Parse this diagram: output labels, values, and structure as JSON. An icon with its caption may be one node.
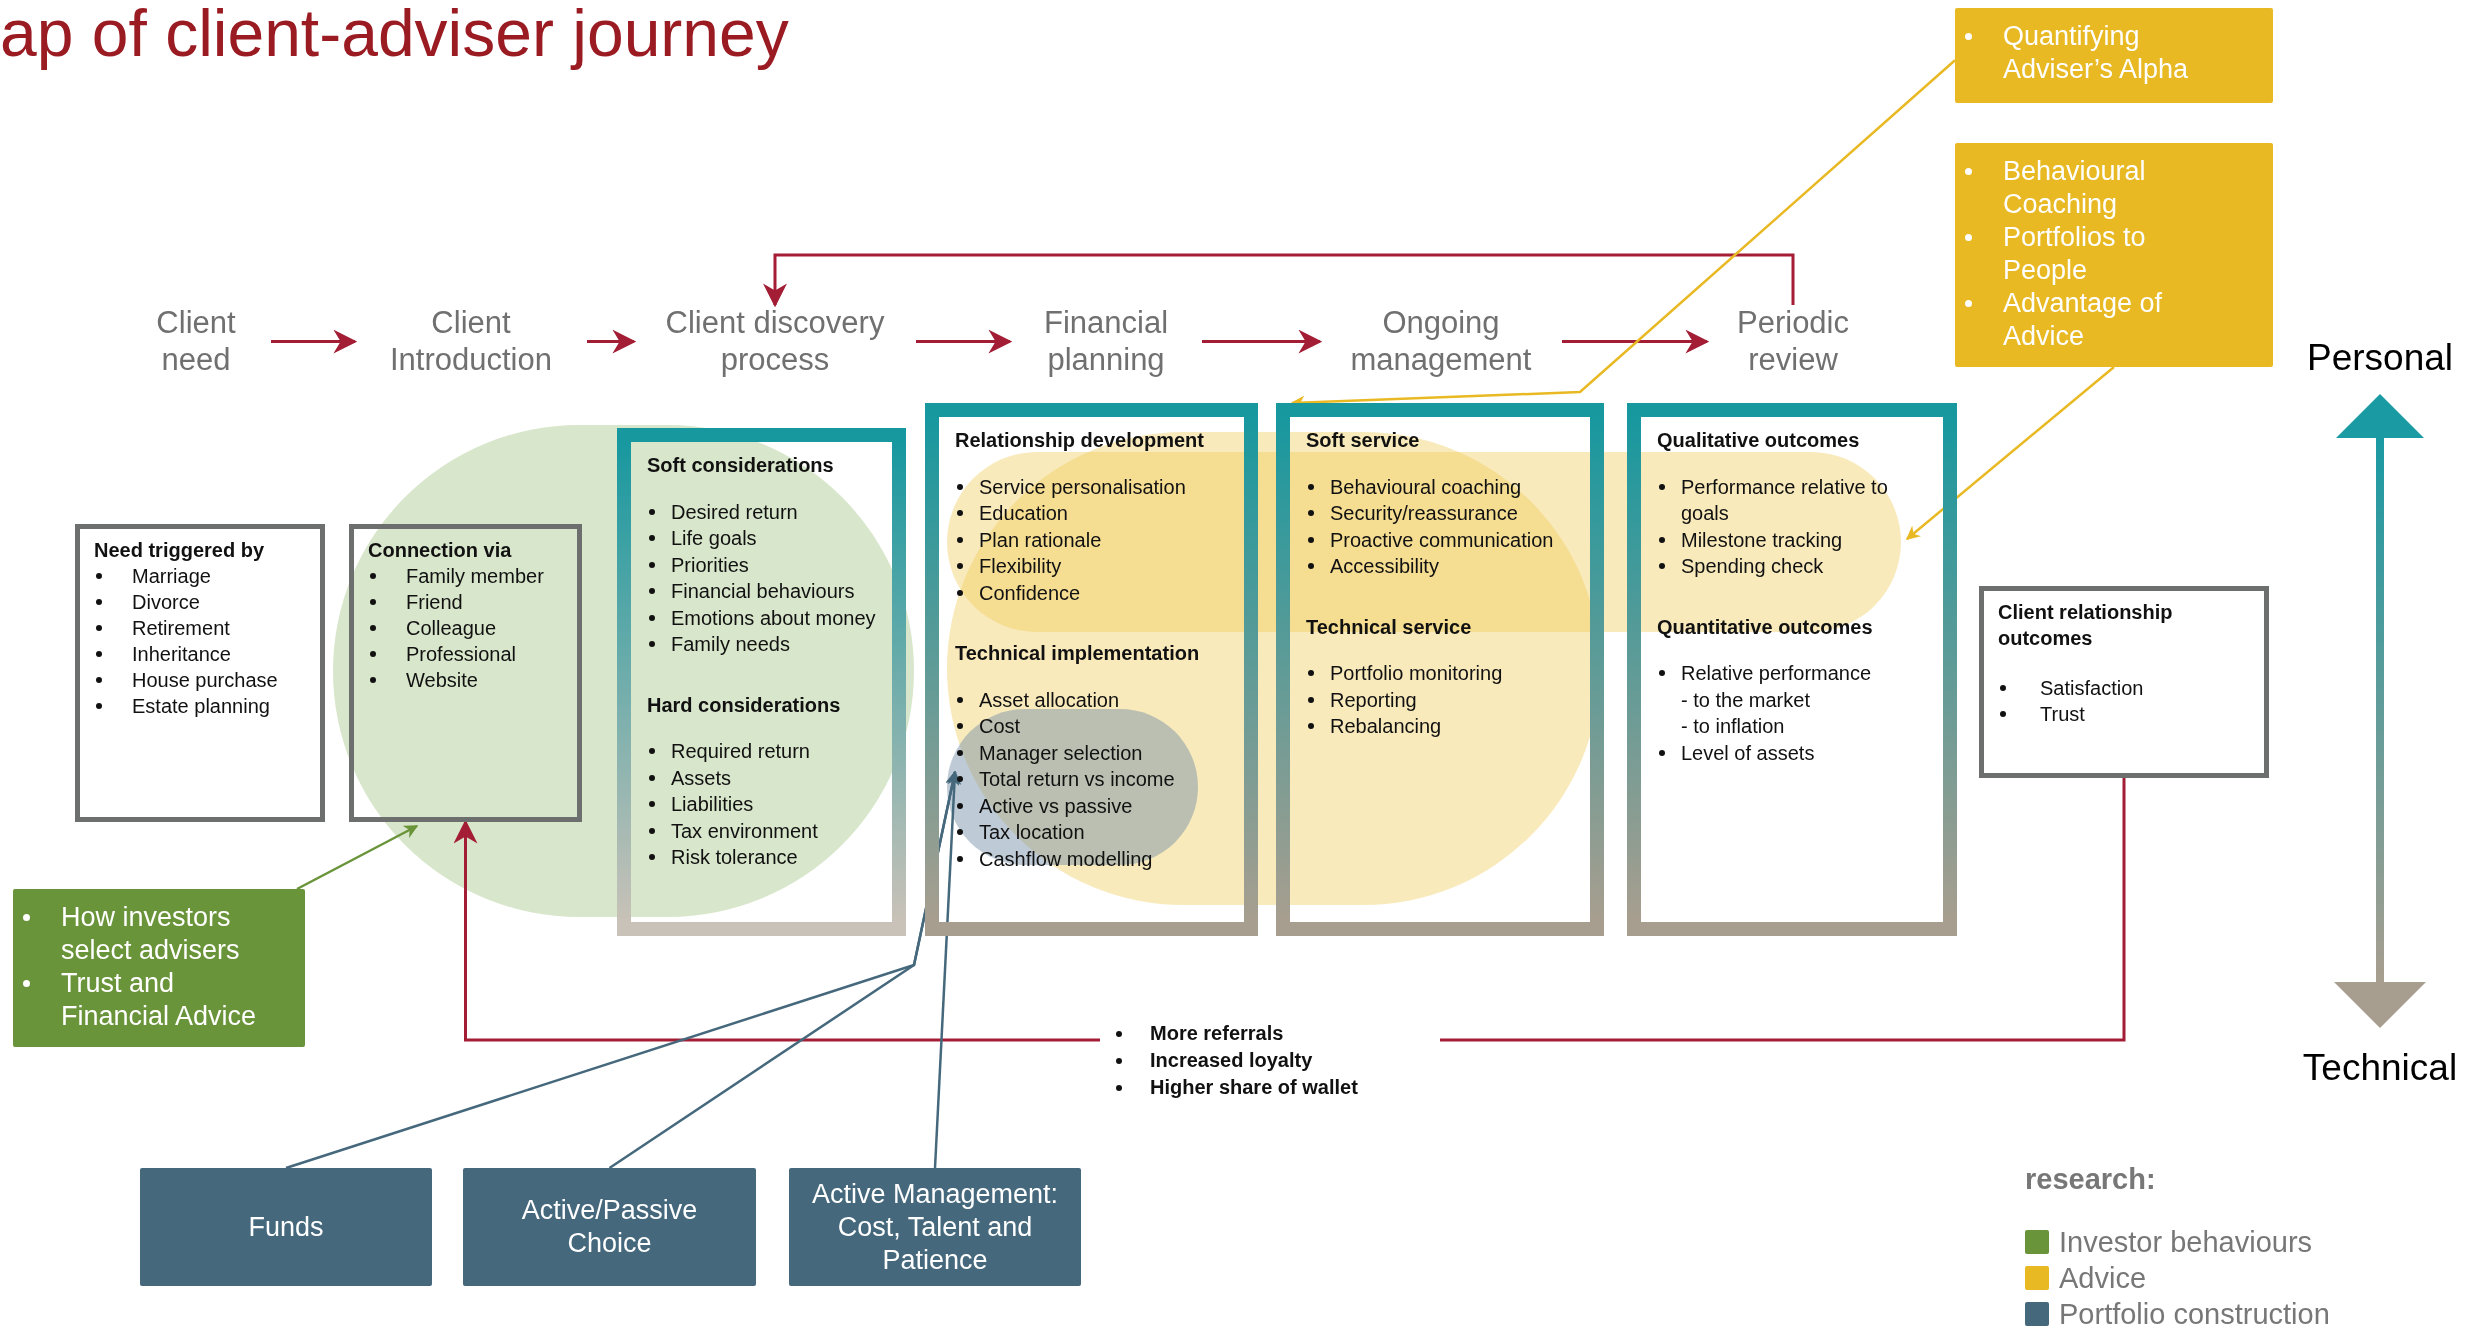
{
  "diagram": {
    "title": "ap of client-adviser journey",
    "nodes": [
      {
        "text": [
          "Client need"
        ]
      },
      {
        "text": [
          "Client Introduction"
        ]
      },
      {
        "text": [
          "Client discovery process"
        ]
      },
      {
        "text": [
          "Financial planning"
        ]
      },
      {
        "text": [
          "Ongoing management"
        ]
      },
      {
        "text": [
          "Periodic review"
        ]
      },
      {
        "text": [
          "Need triggered by",
          "Marriage",
          "Divorce",
          "Retirement",
          "Inheritance",
          "House purchase",
          "Estate planning"
        ]
      },
      {
        "text": [
          "Connection via",
          "Family member",
          "Friend",
          "Colleague",
          "Professional",
          "Website"
        ]
      },
      {
        "text": [],
        "shape": "box"
      },
      {
        "text": [
          "Soft considerations",
          "Desired return",
          "Life goals",
          "Priorities",
          "Financial behaviours",
          "Emotions about money",
          "Family needs"
        ],
        "in": 8
      },
      {
        "text": [
          "Hard considerations",
          "Required return",
          "Assets",
          "Liabilities",
          "Tax environment",
          "Risk tolerance"
        ],
        "in": 8
      },
      {
        "text": [],
        "shape": "box"
      },
      {
        "text": [
          "Relationship development",
          "Service personalisation",
          "Education",
          "Plan rationale",
          "Flexibility",
          "Confidence"
        ],
        "in": 11
      },
      {
        "text": [
          "Technical implementation",
          "Asset allocation",
          "Cost",
          "Manager selection",
          "Total return vs income",
          "Active vs passive",
          "Tax location",
          "Cashflow modelling"
        ],
        "in": 11
      },
      {
        "text": [],
        "shape": "box"
      },
      {
        "text": [
          "Soft service",
          "Behavioural coaching",
          "Security/reassurance",
          "Proactive communication",
          "Accessibility"
        ],
        "in": 14
      },
      {
        "text": [
          "Technical service",
          "Portfolio monitoring",
          "Reporting",
          "Rebalancing"
        ],
        "in": 14
      },
      {
        "text": [],
        "shape": "box"
      },
      {
        "text": [
          "Qualitative outcomes",
          "Performance relative to goals",
          "Milestone tracking",
          "Spending check"
        ],
        "in": 17
      },
      {
        "text": [
          "Quantitative outcomes",
          "Relative performance",
          "- to the market",
          "- to inflation",
          "Level of assets"
        ],
        "in": 17
      },
      {
        "text": [
          "Client relationship outcomes",
          "Satisfaction",
          "Trust"
        ]
      },
      {
        "text": [
          "How investors select advisers",
          "Trust and Financial Advice"
        ]
      },
      {
        "text": [
          "Quantifying Adviser’s Alpha"
        ]
      },
      {
        "text": [
          "Behavioural Coaching",
          "Portfolios to People",
          "Advantage of Advice"
        ]
      },
      {
        "text": [
          "More referrals",
          "Increased loyalty",
          "Higher share of wallet"
        ]
      },
      {
        "text": [
          "Funds"
        ]
      },
      {
        "text": [
          "Active/Passive Choice"
        ]
      },
      {
        "text": [
          "Active Management: Cost, Talent and Patience"
        ]
      }
    ],
    "edges": [
      {
        "from": 0,
        "to": 1,
        "arrow": "to"
      },
      {
        "from": 1,
        "to": 2,
        "arrow": "to"
      },
      {
        "from": 2,
        "to": 3,
        "arrow": "to"
      },
      {
        "from": 3,
        "to": 4,
        "arrow": "to"
      },
      {
        "from": 4,
        "to": 5,
        "arrow": "to"
      },
      {
        "from": 5,
        "to": 2,
        "arrow": "to"
      },
      {
        "from": 20,
        "to": 24,
        "arrow": "none"
      },
      {
        "from": 24,
        "to": 7,
        "arrow": "to"
      },
      {
        "from": 21,
        "to": 7,
        "arrow": "to",
        "color": "#6a9439"
      },
      {
        "from": 22,
        "to": 14,
        "arrow": "to",
        "color": "#e8b923"
      },
      {
        "from": 23,
        "to": 18,
        "arrow": "to",
        "color": "#e8b923"
      },
      {
        "from": 25,
        "to": 13,
        "arrow": "to",
        "color": "#45687c"
      },
      {
        "from": 26,
        "to": 13,
        "arrow": "to",
        "color": "#45687c"
      },
      {
        "from": 27,
        "to": 13,
        "arrow": "to",
        "color": "#45687c"
      }
    ],
    "labels": [
      "Personal",
      "Technical",
      "research:"
    ],
    "legend": [
      {
        "text": "Investor behaviours",
        "color": "#6a9439"
      },
      {
        "text": "Advice",
        "color": "#e8b923"
      },
      {
        "text": "Portfolio construction",
        "color": "#45687c"
      }
    ]
  }
}
